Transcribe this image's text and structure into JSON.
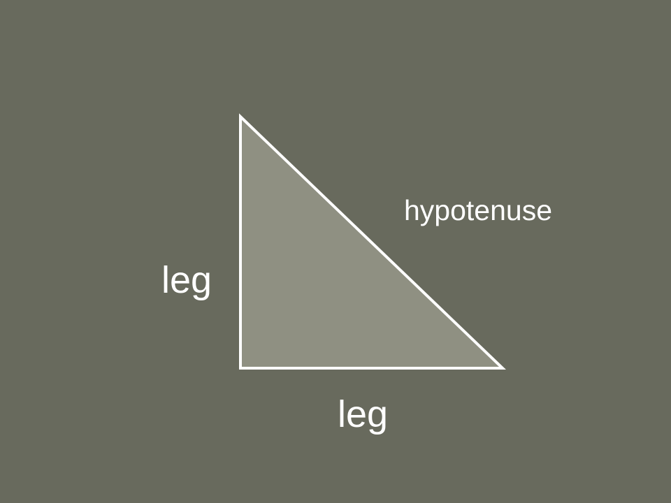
{
  "diagram": {
    "background_color": "#686a5d",
    "triangle": {
      "fill_color": "#8f9082",
      "stroke_color": "#ffffff"
    },
    "labels": {
      "hypotenuse": "hypotenuse",
      "vertical_leg": "leg",
      "horizontal_leg": "leg"
    }
  }
}
